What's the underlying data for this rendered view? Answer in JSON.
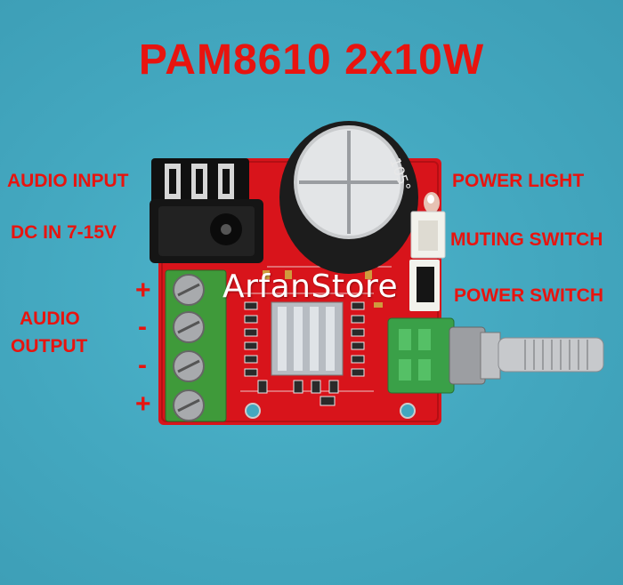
{
  "title": "PAM8610 2x10W",
  "watermark": "ArfanStore",
  "labels": {
    "audio_input": "AUDIO INPUT",
    "dc_in": "DC IN 7-15V",
    "audio_output_line1": "AUDIO",
    "audio_output_line2": "OUTPUT",
    "power_light": "POWER LIGHT",
    "muting_switch": "MUTING SWITCH",
    "power_switch": "POWER SWITCH"
  },
  "terminal_polarity": [
    "+",
    "-",
    "-",
    "+"
  ],
  "colors": {
    "background": "#43a7bf",
    "label_red": "#e8140f",
    "pcb_red": "#d8141b",
    "terminal_green": "#3f9a3a"
  }
}
